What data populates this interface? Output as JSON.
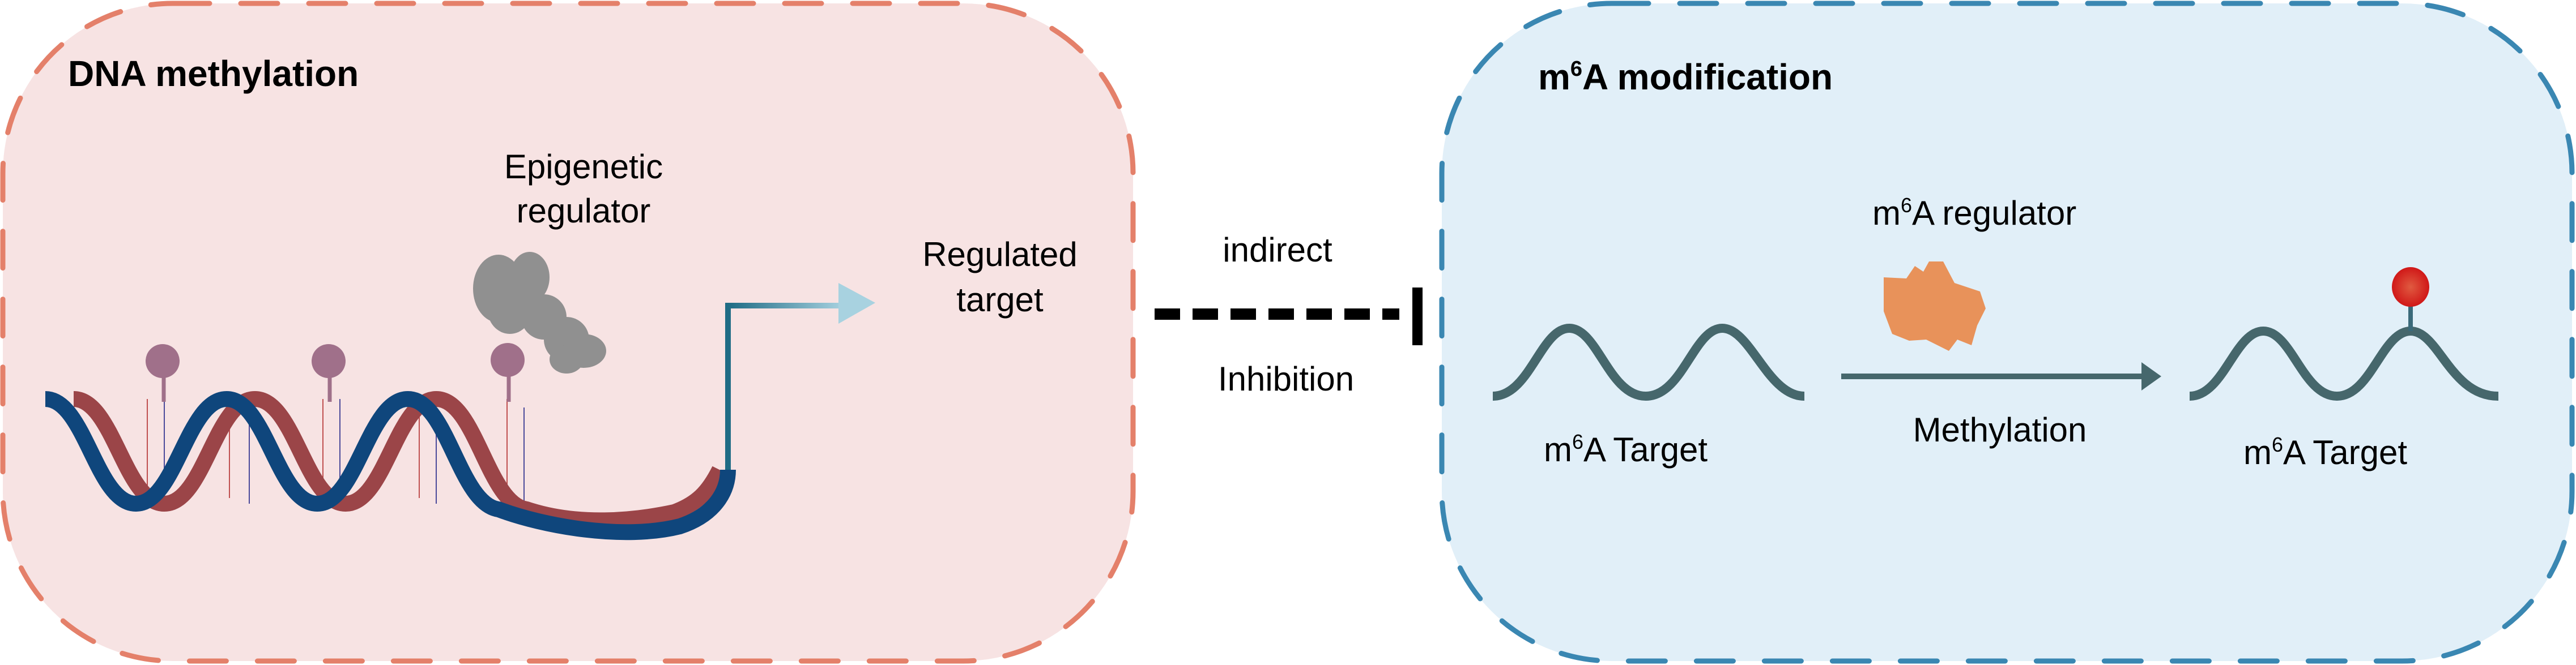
{
  "left_panel": {
    "title": "DNA methylation",
    "regulator_label_line1": "Epigenetic",
    "regulator_label_line2": "regulator",
    "target_label_line1": "Regulated",
    "target_label_line2": "target",
    "colors": {
      "fill": "#f7e3e3",
      "border": "#e4806a",
      "strand_a": "#0f467c",
      "strand_b": "#9b4548",
      "methyl": "#a0708a",
      "protein": "#909090",
      "arrow": "#1f6c85"
    }
  },
  "connector": {
    "top_label": "indirect",
    "bottom_label": "Inhibition",
    "type": "inhibition (dashed, flat head)"
  },
  "right_panel": {
    "title_prefix": "m",
    "title_sup": "6",
    "title_suffix": "A modification",
    "regulator_prefix": "m",
    "regulator_sup": "6",
    "regulator_suffix": "A regulator",
    "arrow_label": "Methylation",
    "left_target_prefix": "m",
    "left_target_sup": "6",
    "left_target_suffix": "A Target",
    "right_target_prefix": "m",
    "right_target_sup": "6",
    "right_target_suffix": "A Target",
    "colors": {
      "fill": "#e1eff8",
      "border": "#3a87b2",
      "rna": "#46676c",
      "protein": "#e8925a",
      "mark": "#d8322a"
    }
  }
}
